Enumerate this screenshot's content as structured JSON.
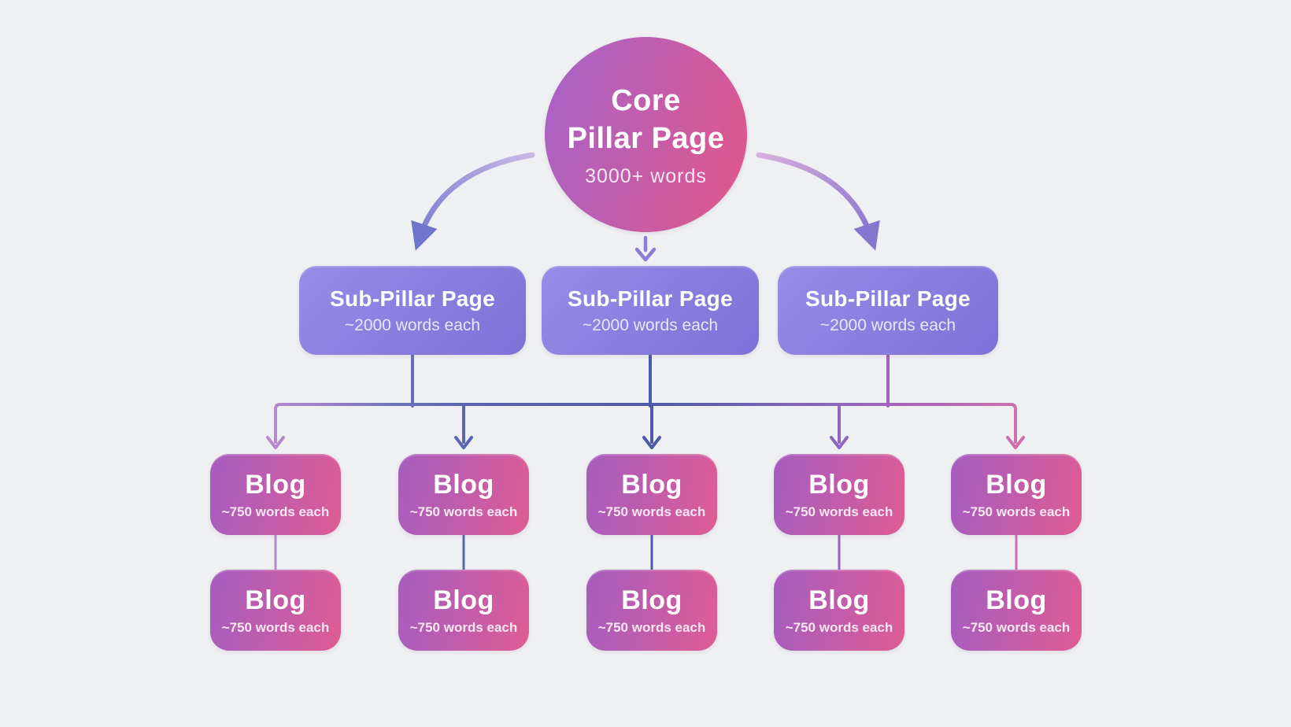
{
  "colors": {
    "background": "#eff0f2",
    "core_gradient_start": "#a863c6",
    "core_gradient_end": "#dc5890",
    "subpillar_gradient_start": "#978ce8",
    "subpillar_gradient_end": "#7d71d6",
    "blog_gradient_start": "#a55dc0",
    "blog_gradient_end": "#de5c94",
    "connector_blue": "#4e5aa8",
    "connector_purple": "#8e67bd",
    "connector_pink": "#cc70ae",
    "connector_lavender": "#b888cf",
    "text_primary": "#ffffff",
    "text_soft_lavender": "#e9e6fb",
    "text_soft_pink": "#fbe7f3"
  },
  "diagram": {
    "core": {
      "title_line1": "Core",
      "title_line2": "Pillar Page",
      "subtitle": "3000+ words"
    },
    "sub_pillars": [
      {
        "title": "Sub-Pillar Page",
        "subtitle": "~2000 words each"
      },
      {
        "title": "Sub-Pillar Page",
        "subtitle": "~2000 words each"
      },
      {
        "title": "Sub-Pillar Page",
        "subtitle": "~2000 words each"
      }
    ],
    "blog_columns": [
      {
        "top": {
          "title": "Blog",
          "subtitle": "~750 words each"
        },
        "bottom": {
          "title": "Blog",
          "subtitle": "~750 words each"
        }
      },
      {
        "top": {
          "title": "Blog",
          "subtitle": "~750 words each"
        },
        "bottom": {
          "title": "Blog",
          "subtitle": "~750 words each"
        }
      },
      {
        "top": {
          "title": "Blog",
          "subtitle": "~750 words each"
        },
        "bottom": {
          "title": "Blog",
          "subtitle": "~750 words each"
        }
      },
      {
        "top": {
          "title": "Blog",
          "subtitle": "~750 words each"
        },
        "bottom": {
          "title": "Blog",
          "subtitle": "~750 words each"
        }
      },
      {
        "top": {
          "title": "Blog",
          "subtitle": "~750 words each"
        },
        "bottom": {
          "title": "Blog",
          "subtitle": "~750 words each"
        }
      }
    ]
  }
}
